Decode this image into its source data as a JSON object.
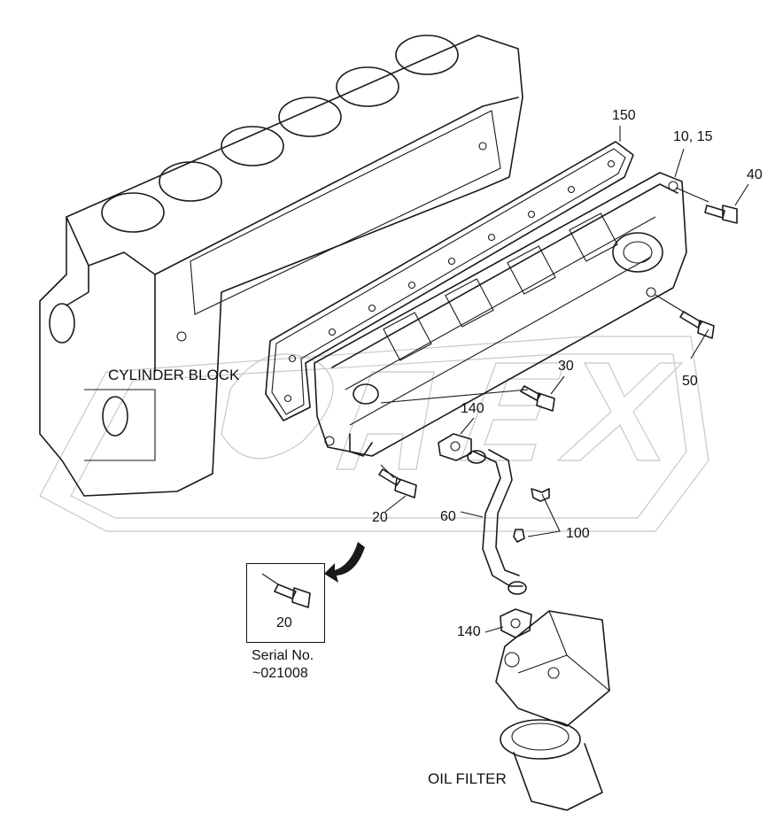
{
  "labels": {
    "cylinder_block": "CYLINDER BLOCK",
    "oil_filter": "OIL FILTER",
    "serial_line1": "Serial No.",
    "serial_line2": "~021008"
  },
  "callouts": {
    "p150": "150",
    "p10_15": "10, 15",
    "p40": "40",
    "p50": "50",
    "p30": "30",
    "p140_upper": "140",
    "p20": "20",
    "p60": "60",
    "p100": "100",
    "p140_lower": "140",
    "p20_inset": "20"
  },
  "watermark": "OREX"
}
